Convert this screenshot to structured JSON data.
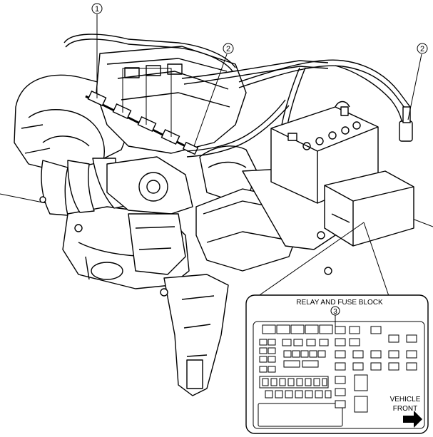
{
  "callouts": [
    {
      "id": "callout-1",
      "text": "1"
    },
    {
      "id": "callout-2a",
      "text": "2"
    },
    {
      "id": "callout-2b",
      "text": "2"
    },
    {
      "id": "callout-3",
      "text": "3"
    }
  ],
  "inset": {
    "title": "RELAY AND FUSE BLOCK",
    "vehicle_front_line1": "VEHICLE",
    "vehicle_front_line2": "FRONT"
  },
  "colors": {
    "ink": "#000000",
    "paper": "#ffffff"
  },
  "icons": [
    "arrow-right-icon"
  ]
}
